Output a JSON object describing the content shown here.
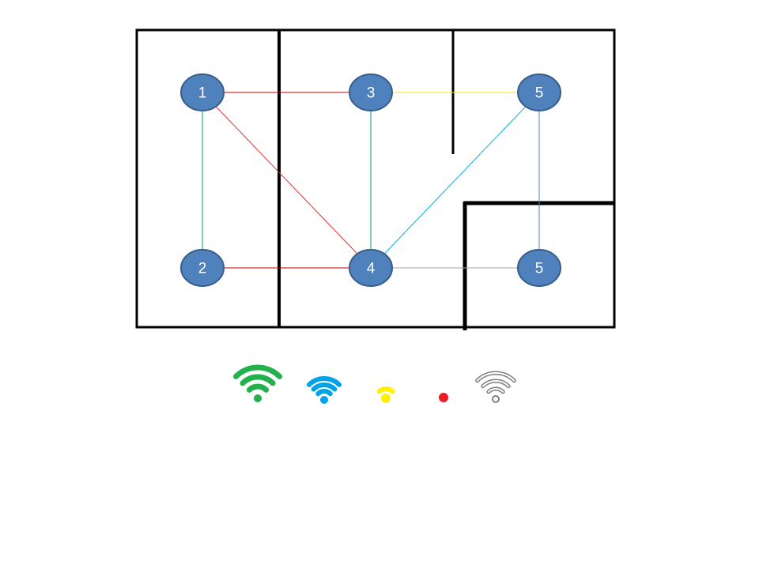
{
  "nodes": [
    {
      "id": "n1",
      "label": "1"
    },
    {
      "id": "n2",
      "label": "2"
    },
    {
      "id": "n3",
      "label": "3"
    },
    {
      "id": "n4",
      "label": "4"
    },
    {
      "id": "n5a",
      "label": "5"
    },
    {
      "id": "n5b",
      "label": "5"
    }
  ],
  "edges": [
    {
      "from": "n1",
      "to": "n3",
      "color": "#c00000"
    },
    {
      "from": "n1",
      "to": "n2",
      "color": "#00a060"
    },
    {
      "from": "n1",
      "to": "n4",
      "color": "#e03030"
    },
    {
      "from": "n2",
      "to": "n4",
      "color": "#c00000"
    },
    {
      "from": "n3",
      "to": "n4",
      "color": "#00a060"
    },
    {
      "from": "n3",
      "to": "n5a",
      "color": "#ffe000"
    },
    {
      "from": "n5a",
      "to": "n4",
      "color": "#00b0e0"
    },
    {
      "from": "n5a",
      "to": "n5b",
      "color": "#4f81bd"
    },
    {
      "from": "n4",
      "to": "n5b",
      "color": "#a6a6a6"
    }
  ],
  "node_style": {
    "fill": "#4f81bd",
    "stroke": "#385d8a"
  },
  "wall_color": "#000000",
  "signal_legend": [
    {
      "icon": "wifi-strong-icon",
      "color": "#22b14c",
      "bars": 3
    },
    {
      "icon": "wifi-medium-icon",
      "color": "#00a2e8",
      "bars": 2
    },
    {
      "icon": "wifi-weak-icon",
      "color": "#fff200",
      "bars": 1
    },
    {
      "icon": "wifi-minimal-icon",
      "color": "#ed1c24",
      "bars": 0
    },
    {
      "icon": "wifi-none-icon",
      "color": "#7f7f7f",
      "bars": 3,
      "outline": true
    }
  ]
}
